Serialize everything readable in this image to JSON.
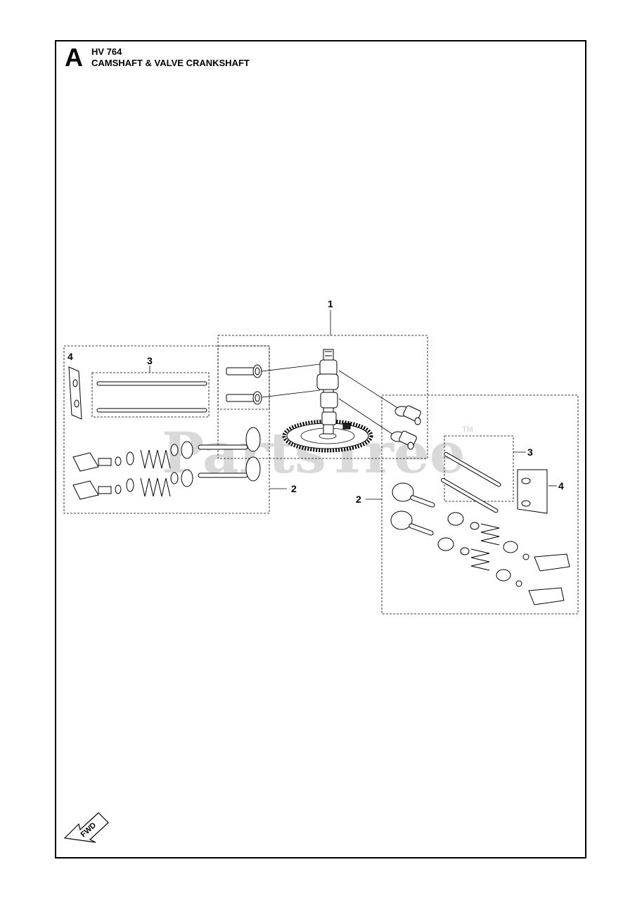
{
  "header": {
    "section_letter": "A",
    "model": "HV 764",
    "title": "CAMSHAFT & VALVE CRANKSHAFT"
  },
  "callouts": {
    "camshaft": "1",
    "left_valves": "2",
    "left_pushrods": "3",
    "left_guide_plate": "4",
    "right_valves": "2",
    "right_pushrods": "3",
    "right_guide_plate": "4"
  },
  "watermark": {
    "text": "PartsTree",
    "trademark": "TM"
  },
  "direction_marker": {
    "label": "FWD"
  }
}
